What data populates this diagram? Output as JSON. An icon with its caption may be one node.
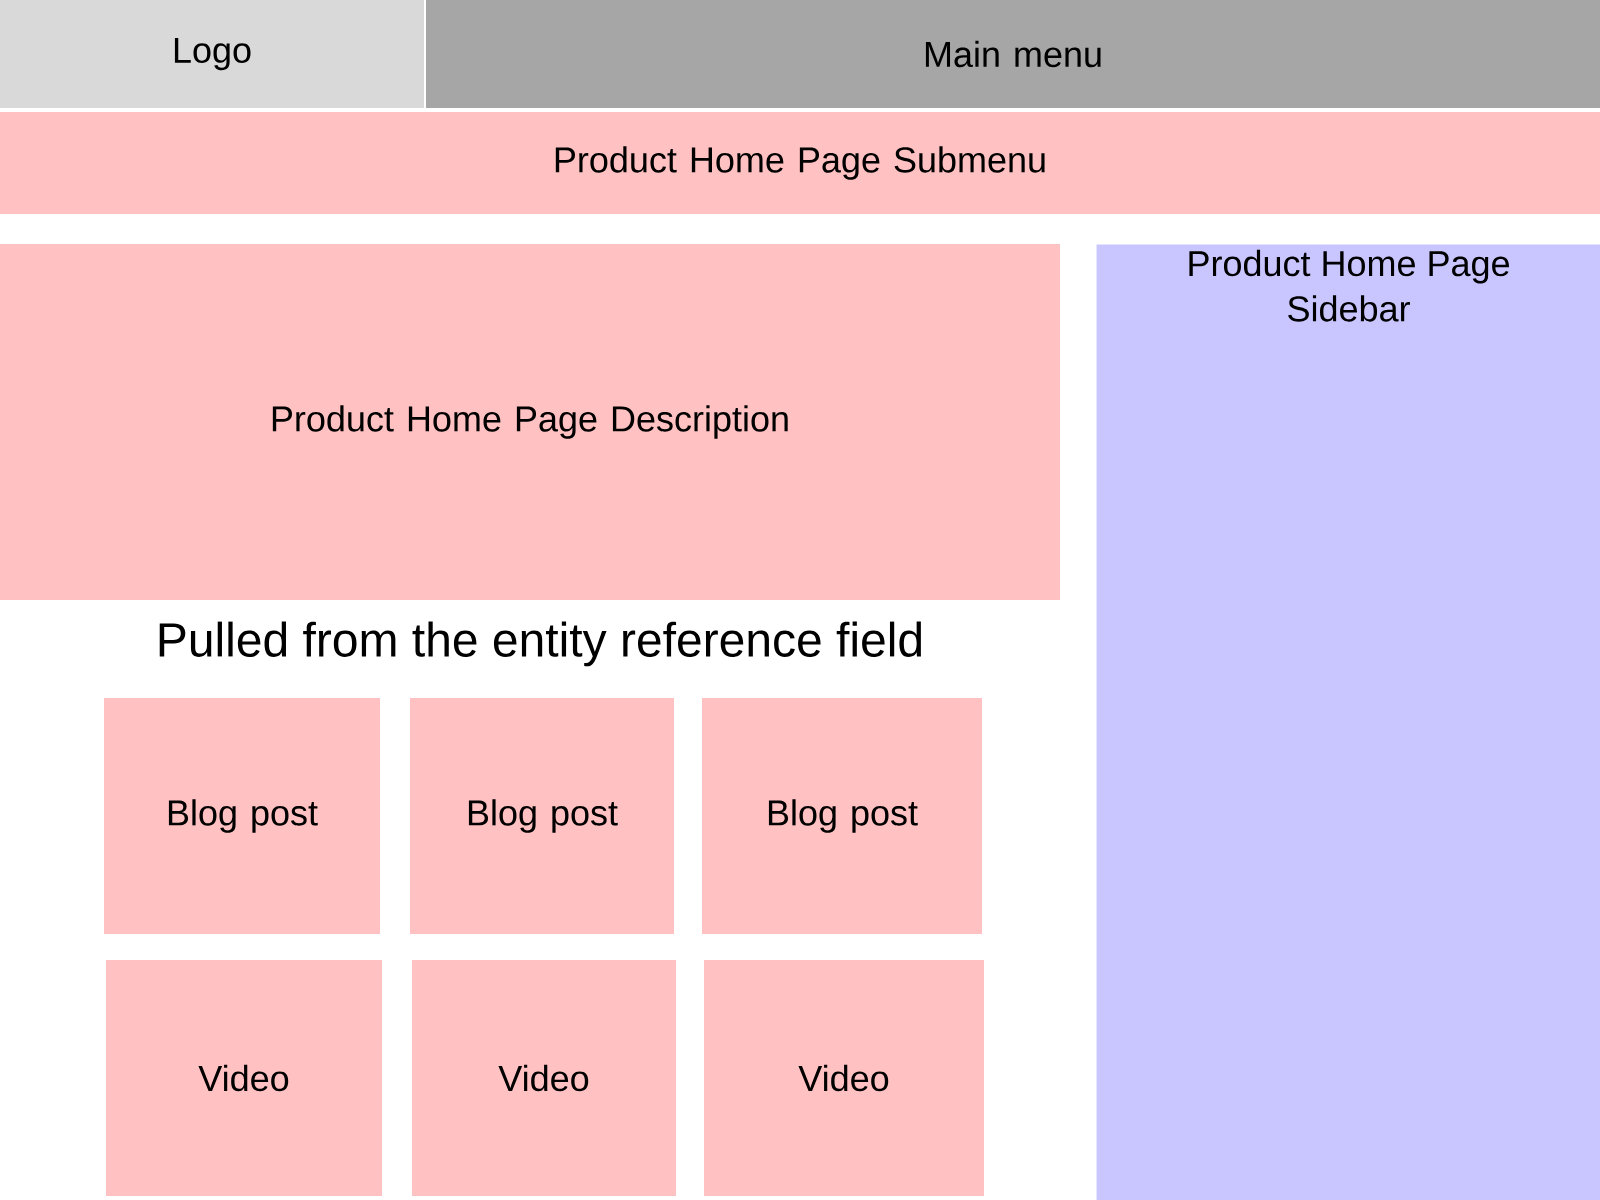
{
  "diagram": {
    "nodes": [
      {
        "text": [
          "Logo"
        ]
      },
      {
        "text": [
          "Main menu"
        ]
      },
      {
        "text": [
          "Product Home Page Submenu"
        ]
      },
      {
        "text": [
          "Product Home Page Description"
        ]
      },
      {
        "text": [
          "Product Home Page Sidebar"
        ]
      },
      {
        "text": [
          "Blog post"
        ]
      },
      {
        "text": [
          "Blog post"
        ]
      },
      {
        "text": [
          "Blog post"
        ]
      },
      {
        "text": [
          "Video"
        ]
      },
      {
        "text": [
          "Video"
        ]
      },
      {
        "text": [
          "Video"
        ]
      }
    ],
    "labels": [
      "Pulled from the entity reference field"
    ]
  }
}
